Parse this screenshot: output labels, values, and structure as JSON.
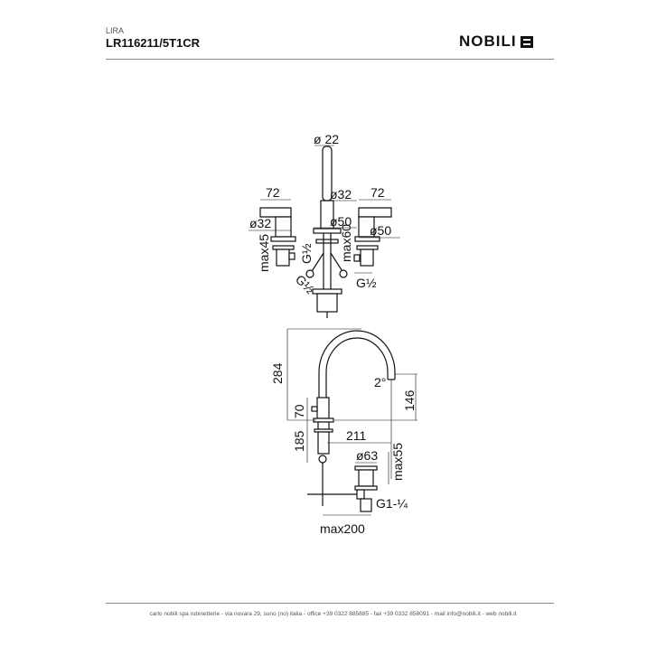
{
  "header": {
    "series": "LIRA",
    "product_code": "LR116211/5T1CR",
    "brand": "NOBILI"
  },
  "top_view": {
    "spout_tip_dia": "ø 22",
    "spout_dia": "ø32",
    "spout_base_dia": "ø50",
    "left_handle_length": "72",
    "left_handle_dia": "ø32",
    "left_max_thickness": "max45",
    "right_handle_length": "72",
    "right_base_dia": "ø50",
    "center_max_thickness": "max60",
    "center_thread": "G½",
    "hose_thread": "G½",
    "right_thread": "G½"
  },
  "side_view": {
    "height": "284",
    "body_height": "70",
    "shank_length": "185",
    "reach": "211",
    "outlet_height": "146",
    "angle": "2°",
    "drain_dia": "ø63",
    "drain_max": "max55",
    "drain_thread": "G1-¼",
    "rod_max": "max200"
  },
  "footer": {
    "text": "carlo nobili spa rubinetterie - via novara 29, suno (no) italia - office +39 0322 885885 - fax +39 0332 858091 - mail info@nobili.it - web nobili.it"
  }
}
